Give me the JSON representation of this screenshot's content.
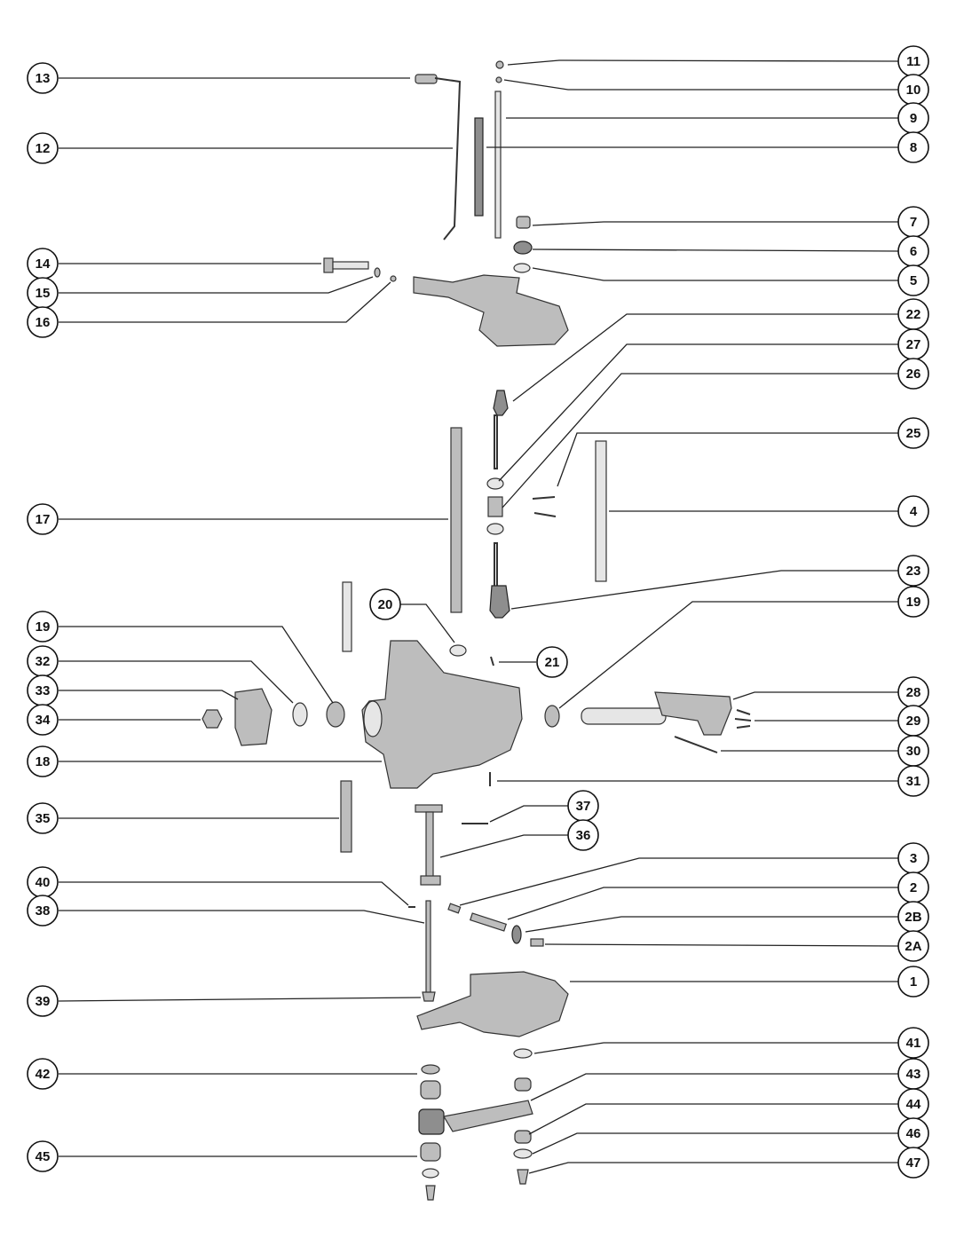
{
  "callouts": [
    {
      "id": "13",
      "label": "13"
    },
    {
      "id": "12",
      "label": "12"
    },
    {
      "id": "11",
      "label": "11"
    },
    {
      "id": "10",
      "label": "10"
    },
    {
      "id": "9",
      "label": "9"
    },
    {
      "id": "8",
      "label": "8"
    },
    {
      "id": "7",
      "label": "7"
    },
    {
      "id": "6",
      "label": "6"
    },
    {
      "id": "5",
      "label": "5"
    },
    {
      "id": "14",
      "label": "14"
    },
    {
      "id": "15",
      "label": "15"
    },
    {
      "id": "16",
      "label": "16"
    },
    {
      "id": "22",
      "label": "22"
    },
    {
      "id": "27",
      "label": "27"
    },
    {
      "id": "26",
      "label": "26"
    },
    {
      "id": "25",
      "label": "25"
    },
    {
      "id": "17",
      "label": "17"
    },
    {
      "id": "4",
      "label": "4"
    },
    {
      "id": "23",
      "label": "23"
    },
    {
      "id": "20",
      "label": "20"
    },
    {
      "id": "19a",
      "label": "19"
    },
    {
      "id": "19b",
      "label": "19"
    },
    {
      "id": "21",
      "label": "21"
    },
    {
      "id": "32",
      "label": "32"
    },
    {
      "id": "33",
      "label": "33"
    },
    {
      "id": "34",
      "label": "34"
    },
    {
      "id": "28",
      "label": "28"
    },
    {
      "id": "29",
      "label": "29"
    },
    {
      "id": "30",
      "label": "30"
    },
    {
      "id": "18",
      "label": "18"
    },
    {
      "id": "31",
      "label": "31"
    },
    {
      "id": "35",
      "label": "35"
    },
    {
      "id": "37",
      "label": "37"
    },
    {
      "id": "36",
      "label": "36"
    },
    {
      "id": "3",
      "label": "3"
    },
    {
      "id": "40",
      "label": "40"
    },
    {
      "id": "2",
      "label": "2"
    },
    {
      "id": "38",
      "label": "38"
    },
    {
      "id": "2B",
      "label": "2B"
    },
    {
      "id": "2A",
      "label": "2A"
    },
    {
      "id": "39",
      "label": "39"
    },
    {
      "id": "1",
      "label": "1"
    },
    {
      "id": "41",
      "label": "41"
    },
    {
      "id": "42",
      "label": "42"
    },
    {
      "id": "43",
      "label": "43"
    },
    {
      "id": "44",
      "label": "44"
    },
    {
      "id": "46",
      "label": "46"
    },
    {
      "id": "45",
      "label": "45"
    },
    {
      "id": "47",
      "label": "47"
    }
  ]
}
